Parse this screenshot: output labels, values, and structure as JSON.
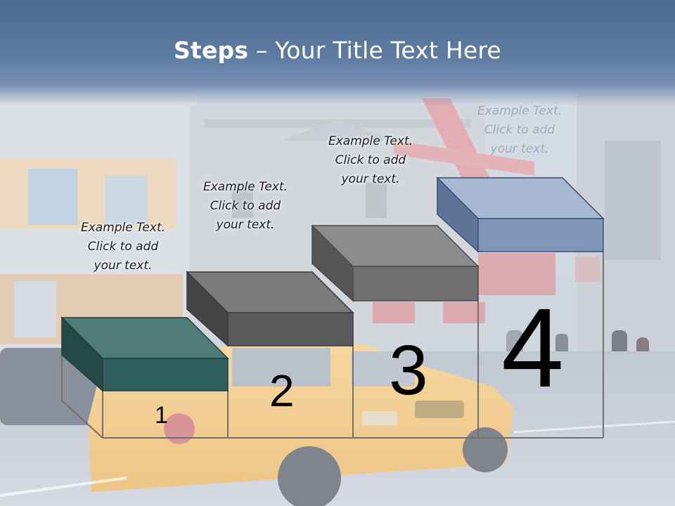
{
  "slide": {
    "title_bold": "Steps",
    "title_rest": " – Your Title Text Here"
  },
  "steps": [
    {
      "number": "1",
      "caption_lines": [
        "Example Text.",
        "Click  to add",
        "your text."
      ],
      "color": "#2f5e5c"
    },
    {
      "number": "2",
      "caption_lines": [
        "Example Text.",
        "Click  to add",
        "your text."
      ],
      "color": "#5a5a5a"
    },
    {
      "number": "3",
      "caption_lines": [
        "Example Text.",
        "Click  to add",
        "your text."
      ],
      "color": "#707070"
    },
    {
      "number": "4",
      "caption_lines": [
        "Example Text.",
        "Click  to add",
        "your text."
      ],
      "color": "#7f96b8"
    }
  ]
}
